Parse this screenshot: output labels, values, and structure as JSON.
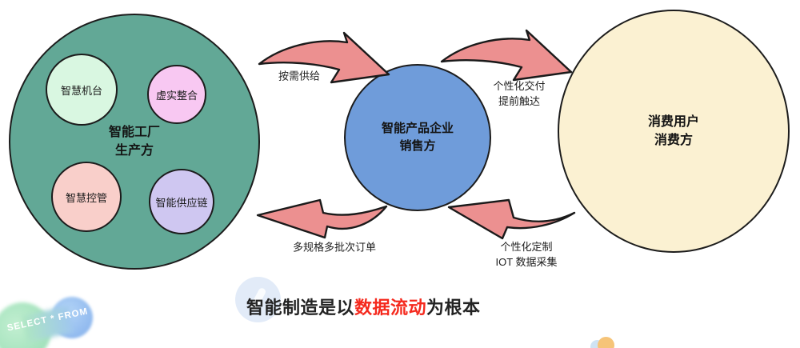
{
  "diagram": {
    "producer": {
      "title": "智能工厂\n生产方",
      "color": "#62a896",
      "sub_circles": [
        {
          "label": "智慧机台",
          "color": "#d9f7e1"
        },
        {
          "label": "虚实整合",
          "color": "#f8c8f2"
        },
        {
          "label": "智慧控管",
          "color": "#f9cfca"
        },
        {
          "label": "智能供应链",
          "color": "#cfc7f1"
        }
      ]
    },
    "seller": {
      "title": "智能产品企业\n销售方",
      "color": "#6f9cda"
    },
    "consumer": {
      "title": "消费用户\n消费方",
      "color": "#fbf1d2"
    },
    "arrows": [
      {
        "id": "supply-on-demand",
        "label": "按需供给",
        "from": "producer",
        "to": "seller"
      },
      {
        "id": "personalized-delivery",
        "label": "个性化交付\n提前触达",
        "from": "seller",
        "to": "consumer"
      },
      {
        "id": "multi-spec-batch-orders",
        "label": "多规格多批次订单",
        "from": "seller",
        "to": "producer"
      },
      {
        "id": "personalized-customization-iot",
        "label": "个性化定制\nIOT 数据采集",
        "from": "consumer",
        "to": "seller"
      }
    ],
    "arrow_color": "#ec9090"
  },
  "caption": {
    "prefix": "智能制造是以",
    "highlight": "数据流动",
    "suffix": "为根本",
    "highlight_color": "#f5291d"
  },
  "watermark": {
    "badge_text": "SELECT * FROM"
  }
}
